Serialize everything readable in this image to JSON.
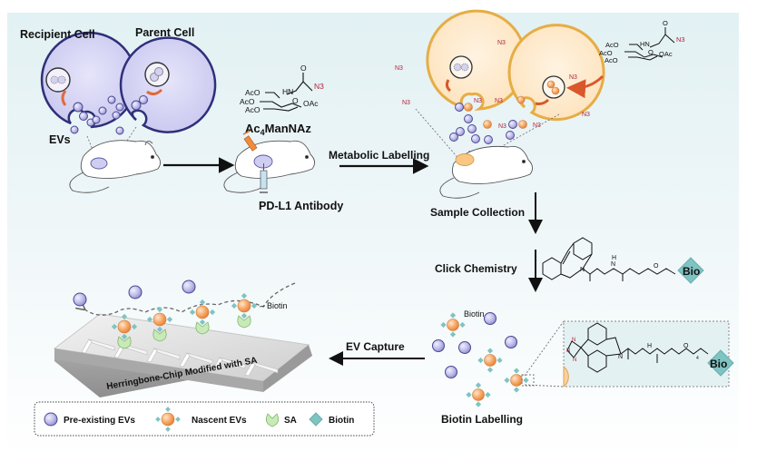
{
  "figure": {
    "labels": {
      "recipient_cell": "Recipient Cell",
      "parent_cell": "Parent Cell",
      "evs": "EVs",
      "compound_name": "Ac",
      "compound_sub": "4",
      "compound_rest": "ManNAz",
      "antibody": "PD-L1 Antibody",
      "metabolic_labelling": "Metabolic Labelling",
      "sample_collection": "Sample Collection",
      "click_chemistry": "Click Chemistry",
      "biotin_labelling": "Biotin Labelling",
      "ev_capture": "EV Capture",
      "chip": "Herringbone-Chip Modified with SA",
      "biotin_pointer_right": "Biotin",
      "biotin_pointer_left": "Biotin",
      "azide": "N3",
      "bio": "Bio"
    },
    "chem_atoms": {
      "aco": "AcO",
      "oac": "OAc",
      "hn": "HN",
      "o": "O",
      "n": "N",
      "h": "H",
      "peg_repeat": "4"
    },
    "legend": [
      {
        "icon": "pre-existing-ev-icon",
        "label": "Pre-existing EVs"
      },
      {
        "icon": "nascent-ev-icon",
        "label": "Nascent EVs"
      },
      {
        "icon": "sa-icon",
        "label": "SA"
      },
      {
        "icon": "biotin-icon",
        "label": "Biotin"
      }
    ],
    "colors": {
      "pre_existing_ev": "#b9b7e6",
      "nascent_ev": "#f4a56a",
      "parent_cell_fill": "#cfcdf0",
      "labelled_cell_fill": "#fde7c8",
      "labelled_cell_border": "#e8b14a",
      "biotin": "#7fc3c2",
      "sa": "#c8eab8",
      "azide": "#b0243a",
      "arrow": "#111111"
    }
  }
}
